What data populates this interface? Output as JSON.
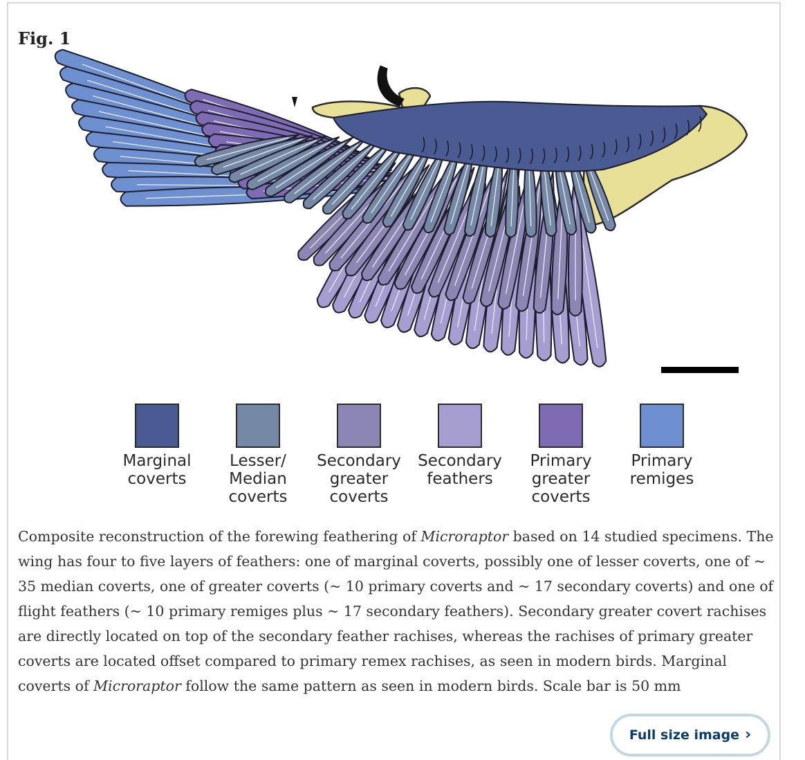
{
  "figure": {
    "title": "Fig. 1",
    "colors": {
      "marginal_coverts": "#4a5a92",
      "lesser_median_coverts": "#7589a6",
      "secondary_greater_coverts": "#8b86b4",
      "secondary_feathers": "#a69dd0",
      "primary_greater_coverts": "#7e6bb4",
      "primary_remiges": "#6e8fd0",
      "bone": "#e8e097",
      "claw": "#111111",
      "scale_bar": "#000000"
    }
  },
  "legend": [
    {
      "label": "Marginal\ncoverts",
      "color": "#4a5a92"
    },
    {
      "label": "Lesser/\nMedian\ncoverts",
      "color": "#7589a6"
    },
    {
      "label": "Secondary\ngreater\ncoverts",
      "color": "#8b86b4"
    },
    {
      "label": "Secondary\nfeathers",
      "color": "#a69dd0"
    },
    {
      "label": "Primary\ngreater\ncoverts",
      "color": "#7e6bb4"
    },
    {
      "label": "Primary\nremiges",
      "color": "#6e8fd0"
    }
  ],
  "caption": {
    "part1": "Composite reconstruction of the forewing feathering of ",
    "italic1": "Microraptor",
    "part2": " based on 14 studied specimens. The wing has four to five layers of feathers: one of marginal coverts, possibly one of lesser coverts, one of ~ 35 median coverts, one of greater coverts (~ 10 primary coverts and ~ 17 secondary coverts) and one of flight feathers (~ 10 primary remiges plus ~ 17 secondary feathers). Secondary greater covert rachises are directly located on top of the secondary feather rachises, whereas the rachises of primary greater coverts are located offset compared to primary remex rachises, as seen in modern birds. Marginal coverts of ",
    "italic2": "Microraptor",
    "part3": " follow the same pattern as seen in modern birds. Scale bar is 50 mm"
  },
  "button": {
    "label": "Full size image",
    "chevron_icon": "chevron-right-icon"
  }
}
